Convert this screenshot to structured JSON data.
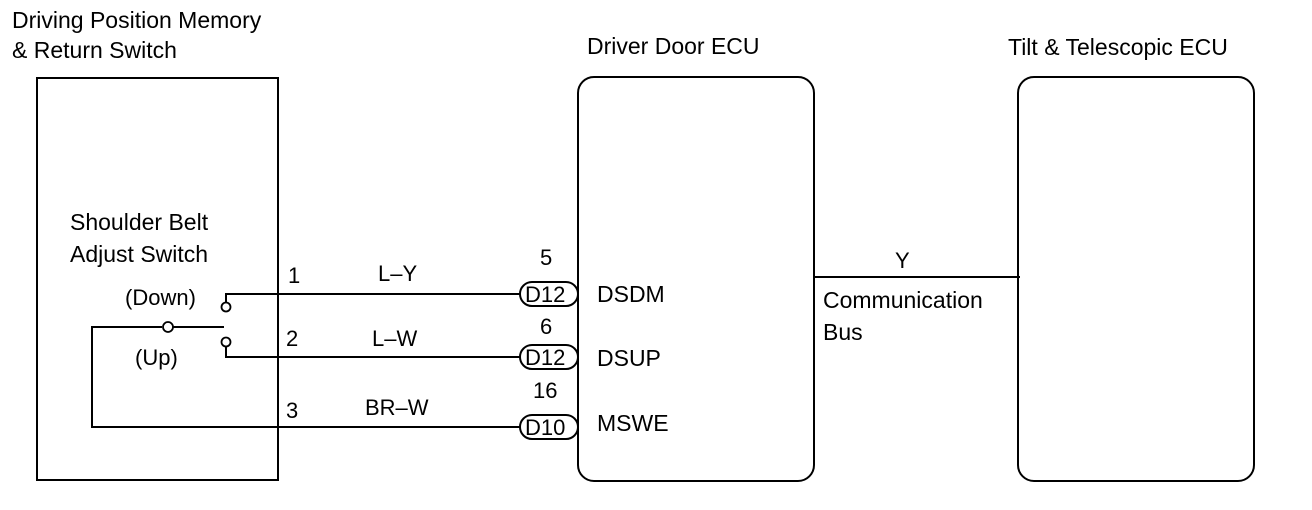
{
  "switch": {
    "title_line1": "Driving Position Memory",
    "title_line2": "& Return Switch",
    "inner_line1": "Shoulder Belt",
    "inner_line2": "Adjust Switch",
    "down_label": "(Down)",
    "up_label": "(Up)"
  },
  "door_ecu": {
    "title": "Driver Door ECU"
  },
  "tilt_ecu": {
    "title": "Tilt & Telescopic ECU"
  },
  "wires": [
    {
      "pin": "1",
      "color": "L–Y",
      "ecu_pin": "5",
      "connector": "D12",
      "signal": "DSDM"
    },
    {
      "pin": "2",
      "color": "L–W",
      "ecu_pin": "6",
      "connector": "D12",
      "signal": "DSUP"
    },
    {
      "pin": "3",
      "color": "BR–W",
      "ecu_pin": "16",
      "connector": "D10",
      "signal": "MSWE"
    }
  ],
  "bus": {
    "wire_color": "Y",
    "label_line1": "Communication",
    "label_line2": "Bus"
  }
}
